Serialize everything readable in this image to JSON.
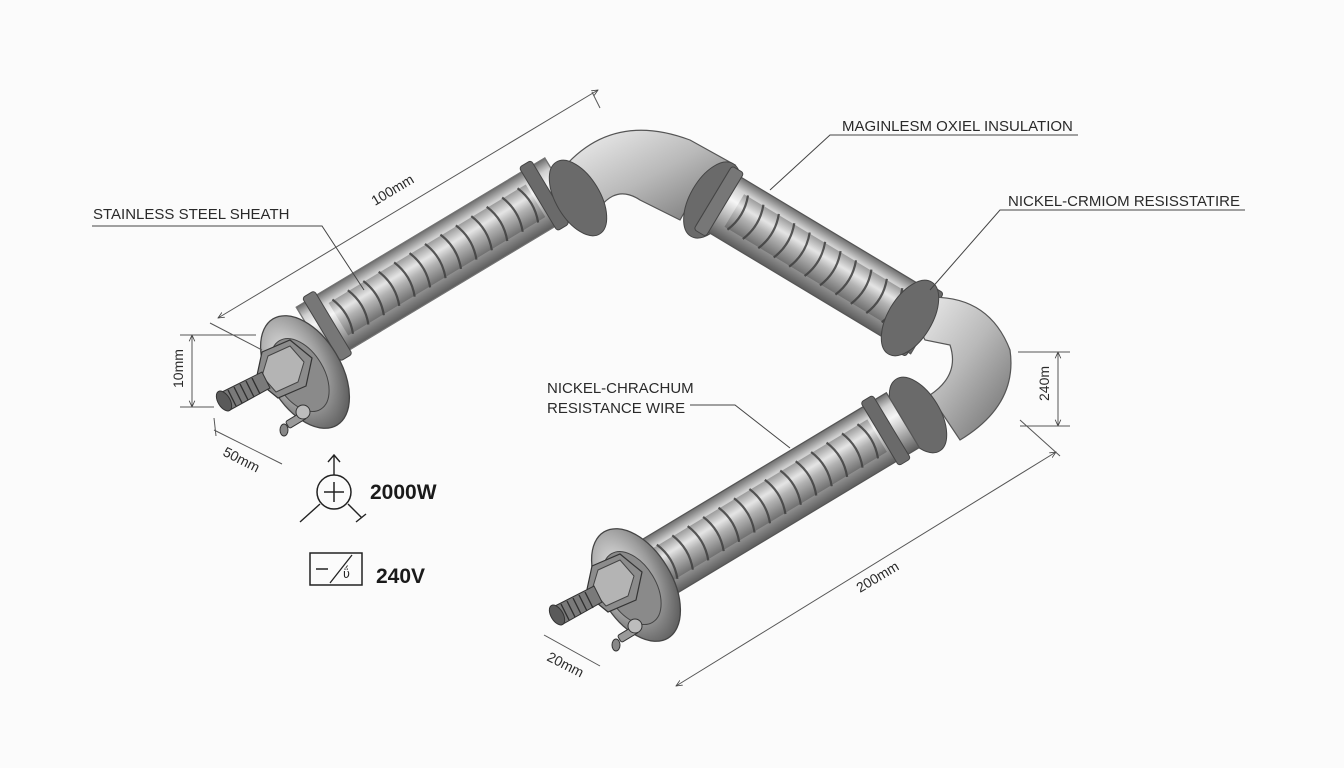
{
  "labels": {
    "sheath": "STAINLESS STEEL SHEATH",
    "insulation": "MAGINLESM OXIEL INSULATION",
    "resistor_top": "NICKEL-CRMIOM RESISSTATIRE",
    "wire_line1": "NICKEL-CHRACHUM",
    "wire_line2": "RESISTANCE WIRE"
  },
  "dimensions": {
    "top_length": "100mm",
    "end_height": "10mm",
    "terminal_left": "50mm",
    "right_height": "240m",
    "bottom_length": "200mm",
    "terminal_bottom": "20mm"
  },
  "specs": {
    "power": "2000W",
    "voltage": "240V"
  },
  "icons": {
    "power": "power-symbol-icon",
    "voltage": "voltage-symbol-icon"
  },
  "colors": {
    "steel_light": "#f2f2f2",
    "steel_mid": "#a8a8a8",
    "steel_dark": "#5a5a5a",
    "line": "#444444"
  }
}
